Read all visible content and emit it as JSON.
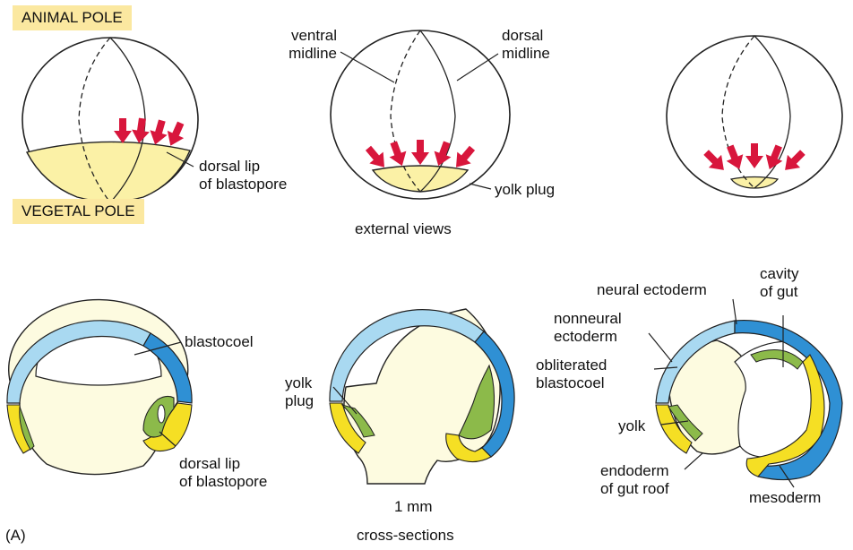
{
  "pole_labels": {
    "animal": "ANIMAL POLE",
    "vegetal": "VEGETAL POLE"
  },
  "external": {
    "ventral_midline": "ventral\nmidline",
    "dorsal_midline": "dorsal\nmidline",
    "dorsal_lip": "dorsal lip\nof blastopore",
    "yolk_plug": "yolk plug",
    "caption": "external views"
  },
  "sections": {
    "blastocoel": "blastocoel",
    "dorsal_lip": "dorsal lip\nof blastopore",
    "yolk_plug": "yolk\nplug",
    "scale": "1 mm",
    "cavity_of_gut": "cavity\nof gut",
    "neural_ectoderm": "neural ectoderm",
    "nonneural_ectoderm": "nonneural\nectoderm",
    "obliterated_blastocoel": "obliterated\nblastocoel",
    "yolk": "yolk",
    "endoderm_gut_roof": "endoderm\nof gut roof",
    "mesoderm": "mesoderm",
    "caption": "cross-sections"
  },
  "panel_label": "(A)",
  "colors": {
    "yolk_pale": "#fdfbe0",
    "vegetal_yellow": "#fbf1a6",
    "mesoderm_yellow": "#f5df24",
    "endoderm_green": "#8cba4a",
    "ectoderm_blue": "#2f90d4",
    "ectoderm_light_blue": "#a9d9f1",
    "arrow_red": "#d8163c",
    "tag_bg": "#fbe8a0"
  }
}
